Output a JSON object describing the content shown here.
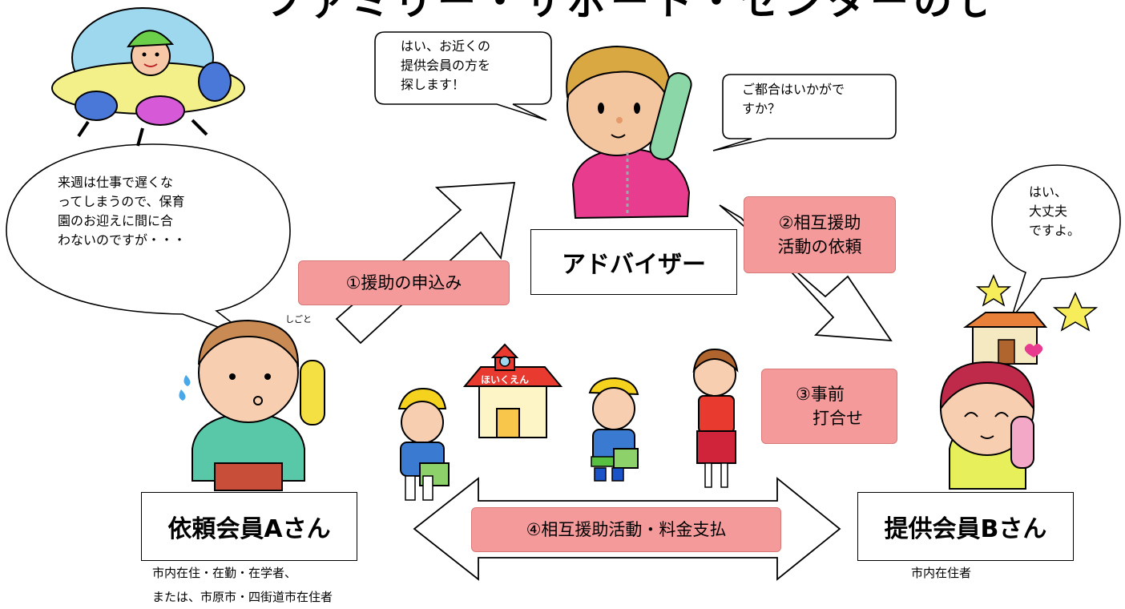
{
  "title": "ファミリー・サポート・センターのしくみ",
  "colors": {
    "pink_box": "#f49a9a",
    "pink_border": "#d77878",
    "outline": "#000000"
  },
  "bubbles": {
    "requester": "来週は仕事で遅くな\nってしまうので、保育\n園のお迎えに間に合\nわないのですが・・・",
    "advisor_search": "はい、お近くの\n提供会員の方を\n探します！",
    "advisor_ask": "ご都合はいかがで\nすか？",
    "provider": "はい、\n大丈夫\nですよ。"
  },
  "steps": {
    "s1": "①援助の申込み",
    "s2": "②相互援助\n活動の依頼",
    "s3": "③事前\n　打合せ",
    "s4": "④相互援助活動・料金支払"
  },
  "boxes": {
    "advisor": "アドバイザー",
    "requester": "依頼会員Aさん",
    "provider": "提供会員Bさん"
  },
  "notes": {
    "requester_line1": "市内在住・在勤・在学者、",
    "requester_line2": "または、市原市・四街道市在住者",
    "provider": "市内在住者"
  },
  "small_labels": {
    "nursery_sign": "ほいくえん",
    "sweat_note": "しごと"
  }
}
